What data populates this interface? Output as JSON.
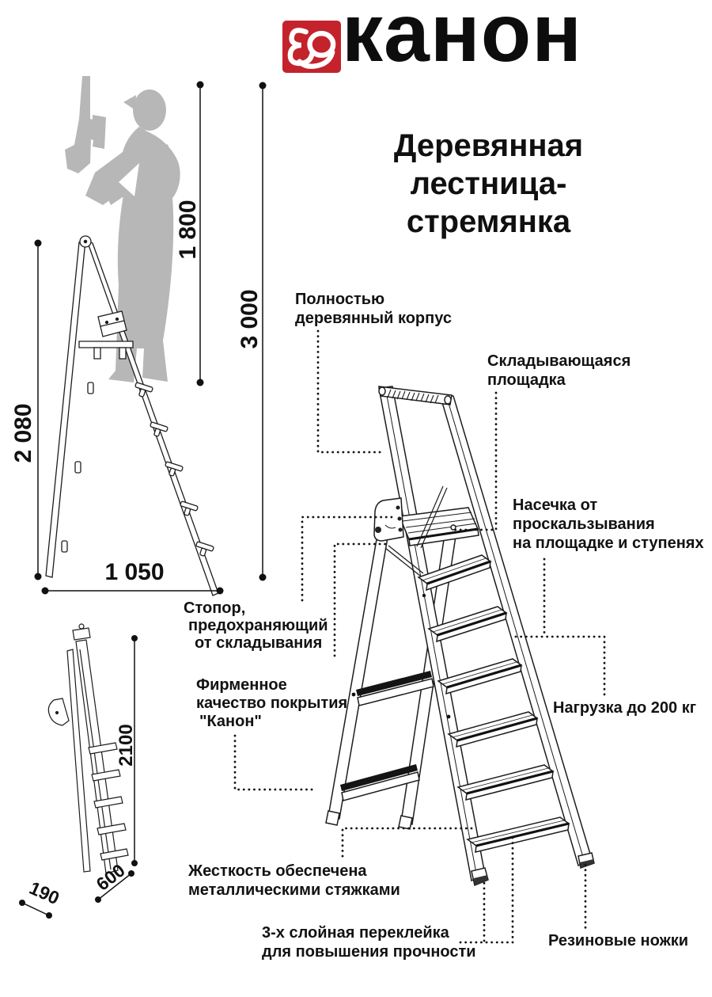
{
  "page": {
    "background": "#ffffff"
  },
  "brand": {
    "logo_text": "канон",
    "logo_mark": "swirl-80-icon",
    "colors": {
      "logo_red": "#c4232b",
      "logo_black": "#0d0d0d",
      "line_art": "#1d1d1d",
      "silhouette_gray": "#b7b7b7"
    }
  },
  "title": {
    "line1": "Деревянная",
    "line2": "лестница-стремянка"
  },
  "dimensions": {
    "working_height": "1 800",
    "reach_height": "3 000",
    "ladder_height": "2 080",
    "base_width": "1 050",
    "folded_height": "2100",
    "folded_depth": "600",
    "folded_width": "190"
  },
  "callouts": {
    "body": {
      "lines": [
        "Полностью",
        "деревянный корпус"
      ]
    },
    "platform": {
      "lines": [
        "Складывающаяся",
        "площадка"
      ]
    },
    "notches": {
      "lines": [
        "Насечка от",
        "проскальзывания",
        "на площадке и ступенях"
      ]
    },
    "stopper": {
      "lines": [
        "Стопор,",
        "предохраняющий",
        "от складывания"
      ]
    },
    "coating": {
      "lines": [
        "Фирменное",
        "качество покрытия",
        "\"Канон\""
      ]
    },
    "load": {
      "text": "Нагрузка до 200 кг"
    },
    "rigidity": {
      "lines": [
        "Жесткость обеспечена",
        "металлическими стяжками"
      ]
    },
    "plywood": {
      "lines": [
        "3-х слойная переклейка",
        "для повышения прочности"
      ]
    },
    "feet": {
      "text": "Резиновые ножки"
    }
  }
}
